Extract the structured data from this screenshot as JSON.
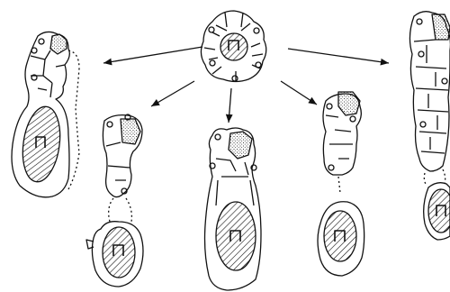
{
  "figure": {
    "cell_label": "n",
    "colors": {
      "ink": "#111111",
      "paper": "#ffffff"
    },
    "shading": {
      "nucleus": "hatched",
      "apical_cell": "stippled"
    }
  }
}
